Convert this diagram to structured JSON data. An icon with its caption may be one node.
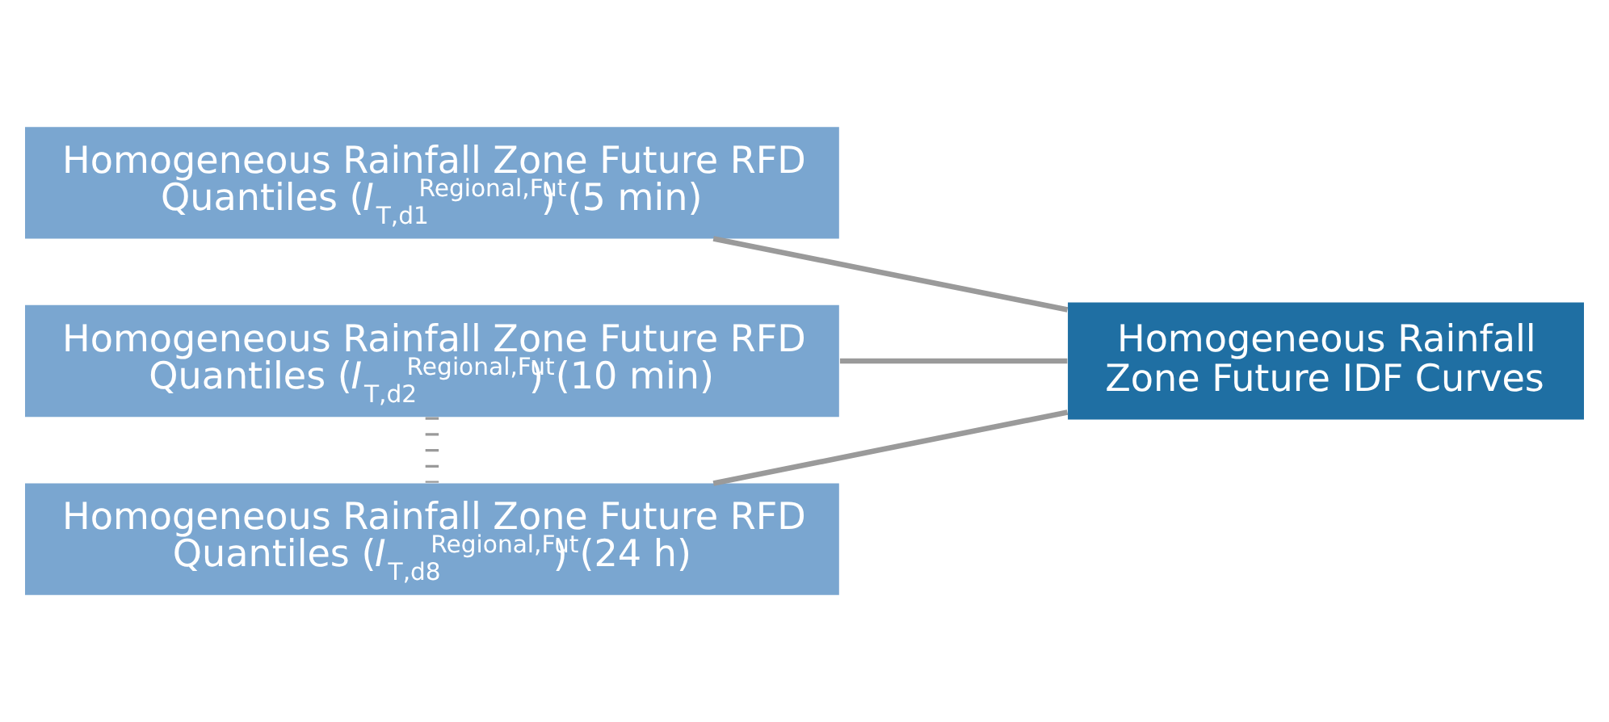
{
  "diagram": {
    "nodes": [
      {
        "text": [
          "Homogeneous Rainfall Zone Future RFD Quantiles (*I*$_{T,d1}$$^{Regional,Fut}$) (5 min)"
        ]
      },
      {
        "text": [
          "Homogeneous Rainfall Zone Future RFD Quantiles (*I*$_{T,d2}$$^{Regional,Fut}$) (10 min)"
        ]
      },
      {
        "text": [
          "Homogeneous Rainfall Zone Future RFD Quantiles (*I*$_{T,d8}$$^{Regional,Fut}$) (24 h)"
        ]
      },
      {
        "text": [
          "Homogeneous Rainfall Zone Future IDF Curves"
        ]
      }
    ],
    "edges": [
      {
        "from": 1,
        "to": 2,
        "arrow": "none",
        "style": "dashed"
      },
      {
        "from": 0,
        "to": 3,
        "arrow": "none"
      },
      {
        "from": 1,
        "to": 3,
        "arrow": "none"
      },
      {
        "from": 2,
        "to": 3,
        "arrow": "none"
      }
    ]
  }
}
